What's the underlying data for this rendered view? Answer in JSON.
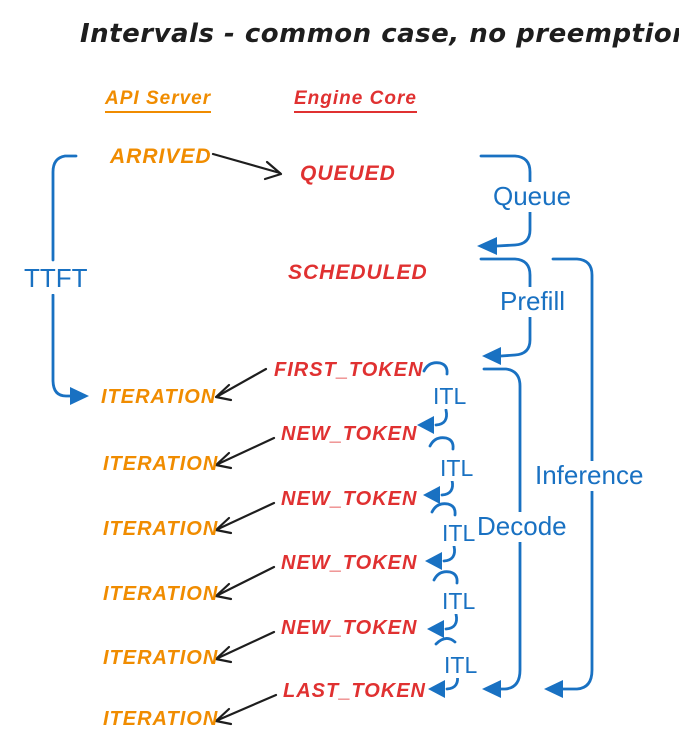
{
  "title": "Intervals - common case, no preemptions",
  "columns": {
    "api_server": "API Server",
    "engine_core": "Engine Core"
  },
  "events": {
    "arrived": "ARRIVED",
    "queued": "QUEUED",
    "scheduled": "SCHEDULED",
    "first_token": "FIRST_TOKEN",
    "new_token": "NEW_TOKEN",
    "last_token": "LAST_TOKEN",
    "iteration": "ITERATION"
  },
  "intervals": {
    "ttft": "TTFT",
    "queue": "Queue",
    "prefill": "Prefill",
    "itl": "ITL",
    "decode": "Decode",
    "inference": "Inference"
  },
  "colors": {
    "api_server": "#f08c00",
    "engine_core": "#e03131",
    "interval": "#1971c2",
    "connector": "#1e1e1e",
    "background": "#ffffff"
  }
}
